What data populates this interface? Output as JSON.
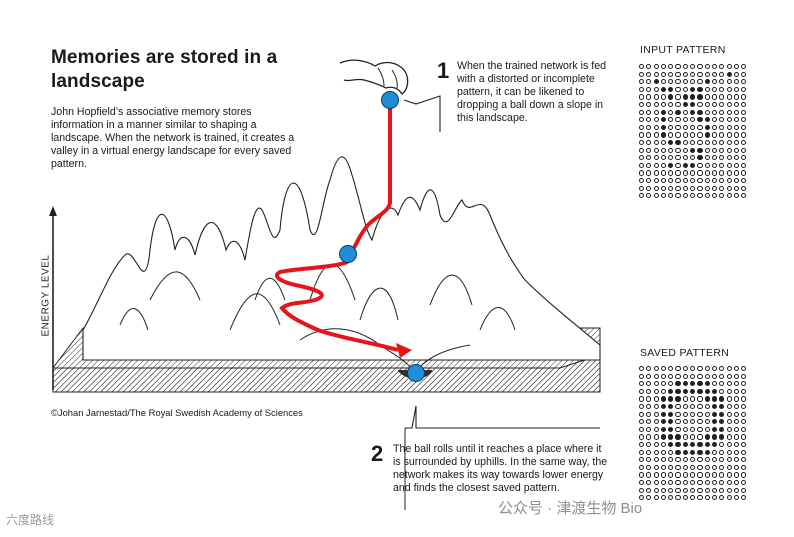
{
  "title": "Memories are stored in a landscape",
  "intro": "John Hopfield’s associative memory stores information in a manner similar to shaping a landscape. When the network is trained, it creates a valley in a virtual energy landscape for every saved pattern.",
  "step1": {
    "number": "1",
    "text": "When the trained network is fed with a distorted or incomplete pattern, it can be likened to dropping a ball down a slope in this landscape."
  },
  "step2": {
    "number": "2",
    "text": "The ball rolls until it reaches a place where it is surrounded by uphills. In the same way, the network makes its way towards lower energy and finds the closest saved pattern."
  },
  "axis_label": "ENERGY LEVEL",
  "credit": "©Johan Jarnestad/The Royal Swedish Academy of Sciences",
  "input_pattern": {
    "title": "INPUT PATTERN",
    "rows": [
      "000000000000000",
      "000000000000100",
      "001000000100000",
      "000110011000000",
      "000010111000000",
      "000000110000000",
      "000101011000000",
      "000100001100000",
      "000100000100000",
      "000100000100000",
      "000011000000000",
      "000000011000000",
      "000000001000000",
      "000010110000000",
      "000000000000000",
      "000000000000000",
      "000000000000000",
      "000000000000000"
    ]
  },
  "saved_pattern": {
    "title": "SAVED PATTERN",
    "rows": [
      "000000000000000",
      "000000000000000",
      "000001111100000",
      "000011111110000",
      "000111000111000",
      "000110000011000",
      "000110000011000",
      "000110000011000",
      "000110000011000",
      "000111000111000",
      "000011111110000",
      "000001111100000",
      "000000000000000",
      "000000000000000",
      "000000000000000",
      "000000000000000",
      "000000000000000",
      "000000000000000"
    ]
  },
  "watermarks": {
    "left": "六度路线",
    "right": "公众号 · 津渡生物 Bio"
  },
  "colors": {
    "path": "#e8141b",
    "ball": "#1e8fd6",
    "ink": "#1a1a1a"
  }
}
